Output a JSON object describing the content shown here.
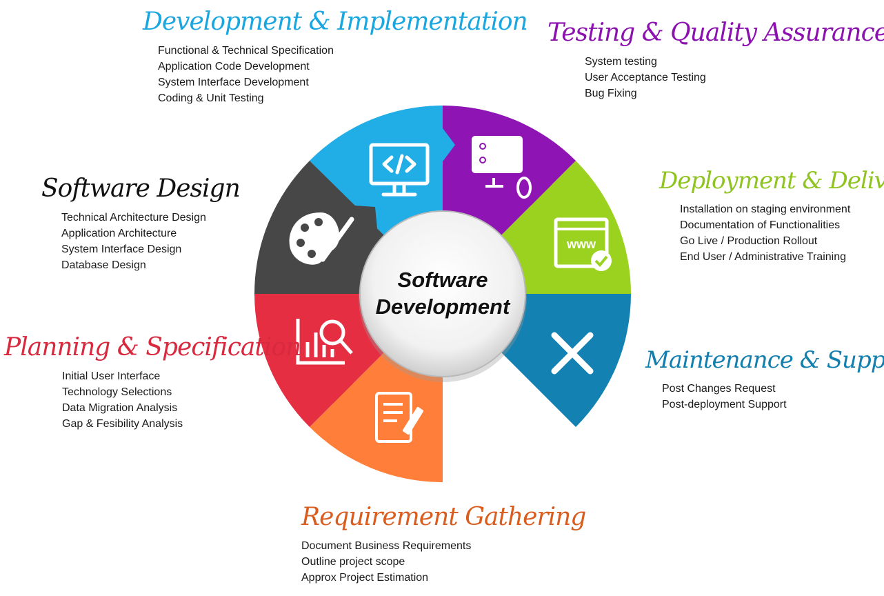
{
  "center": {
    "line1": "Software",
    "line2": "Development"
  },
  "phases": [
    {
      "title": "Development & Implementation",
      "color": "#1aa7e0",
      "items": [
        "Functional & Technical Specification",
        "Application Code Development",
        "System Interface Development",
        "Coding & Unit Testing"
      ],
      "icon": "monitor-code-icon"
    },
    {
      "title": "Testing & Quality Assurance",
      "color": "#8c12b0",
      "items": [
        "System testing",
        "User Acceptance Testing",
        "Bug Fixing"
      ],
      "icon": "monitor-test-icon"
    },
    {
      "title": "Deployment & Delivery",
      "color": "#8fc31f",
      "items": [
        "Installation on staging environment",
        "Documentation of Functionalities",
        "Go Live / Production Rollout",
        "End User / Administrative Training"
      ],
      "icon": "www-check-icon"
    },
    {
      "title": "Maintenance & Support",
      "color": "#137fae",
      "items": [
        "Post Changes Request",
        "Post-deployment Support"
      ],
      "icon": "wrench-screwdriver-icon"
    },
    {
      "title": "Requirement Gathering",
      "color": "#d95d1e",
      "items": [
        "Document Business Requirements",
        "Outline project scope",
        "Approx Project Estimation"
      ],
      "icon": "document-pen-icon"
    },
    {
      "title": "Planning & Specification",
      "color": "#d8293f",
      "items": [
        "Initial User Interface",
        "Technology Selections",
        "Data Migration Analysis",
        "Gap & Fesibility Analysis"
      ],
      "icon": "chart-magnifier-icon"
    },
    {
      "title": "Software Design",
      "color": "#111111",
      "items": [
        "Technical Architecture Design",
        "Application Architecture",
        "System Interface Design",
        "Database Design"
      ],
      "icon": "palette-brush-icon"
    }
  ],
  "www_label": "www"
}
